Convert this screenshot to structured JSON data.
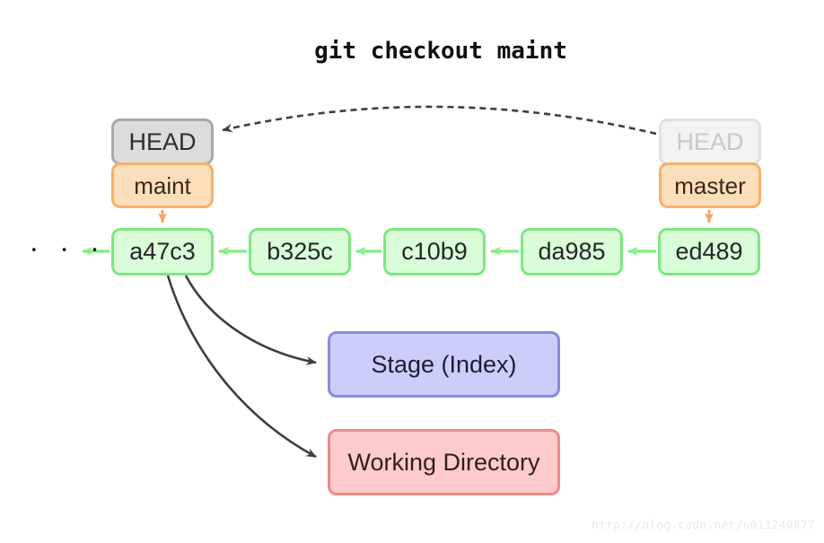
{
  "title": "git checkout maint",
  "head_current": {
    "label": "HEAD",
    "branch": "maint"
  },
  "head_previous": {
    "label": "HEAD",
    "branch": "master"
  },
  "commits": [
    "a47c3",
    "b325c",
    "c10b9",
    "da985",
    "ed489"
  ],
  "ellipsis": "• • •",
  "areas": {
    "stage": "Stage (Index)",
    "working": "Working Directory"
  },
  "watermark": "http://blog.csdn.net/u011240877",
  "colors": {
    "head_fill": "#dcdcdc",
    "head_border": "#a8a8a8",
    "head_faded_fill": "#f2f2f2",
    "head_faded_text": "#c8c8c8",
    "branch_fill": "#fcdfba",
    "branch_border": "#f7b06a",
    "commit_fill": "#d9fcd9",
    "commit_border": "#7de880",
    "commit_arrow": "#8cec8c",
    "branch_arrow": "#f4a469",
    "stage_fill": "#cdcdfc",
    "stage_border": "#8a8ade",
    "working_fill": "#fdcbcb",
    "working_border": "#ec8a8a",
    "dark_arrow": "#3e3e3e"
  }
}
